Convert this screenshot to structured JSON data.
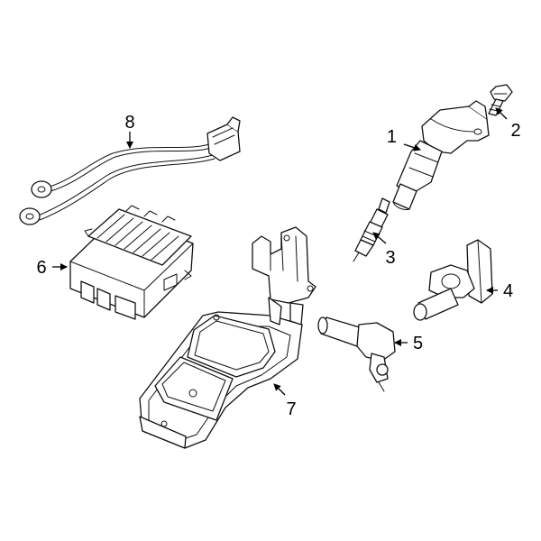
{
  "callouts": [
    {
      "id": "1",
      "label": "1",
      "part": "ignition-coil"
    },
    {
      "id": "2",
      "label": "2",
      "part": "coil-bolt"
    },
    {
      "id": "3",
      "label": "3",
      "part": "spark-plug"
    },
    {
      "id": "4",
      "label": "4",
      "part": "camshaft-position-sensor"
    },
    {
      "id": "5",
      "label": "5",
      "part": "crankshaft-position-sensor"
    },
    {
      "id": "6",
      "label": "6",
      "part": "engine-control-module"
    },
    {
      "id": "7",
      "label": "7",
      "part": "module-mounting-bracket"
    },
    {
      "id": "8",
      "label": "8",
      "part": "knock-sensor-harness"
    }
  ],
  "colors": {
    "line": "#111111",
    "background": "#ffffff"
  }
}
